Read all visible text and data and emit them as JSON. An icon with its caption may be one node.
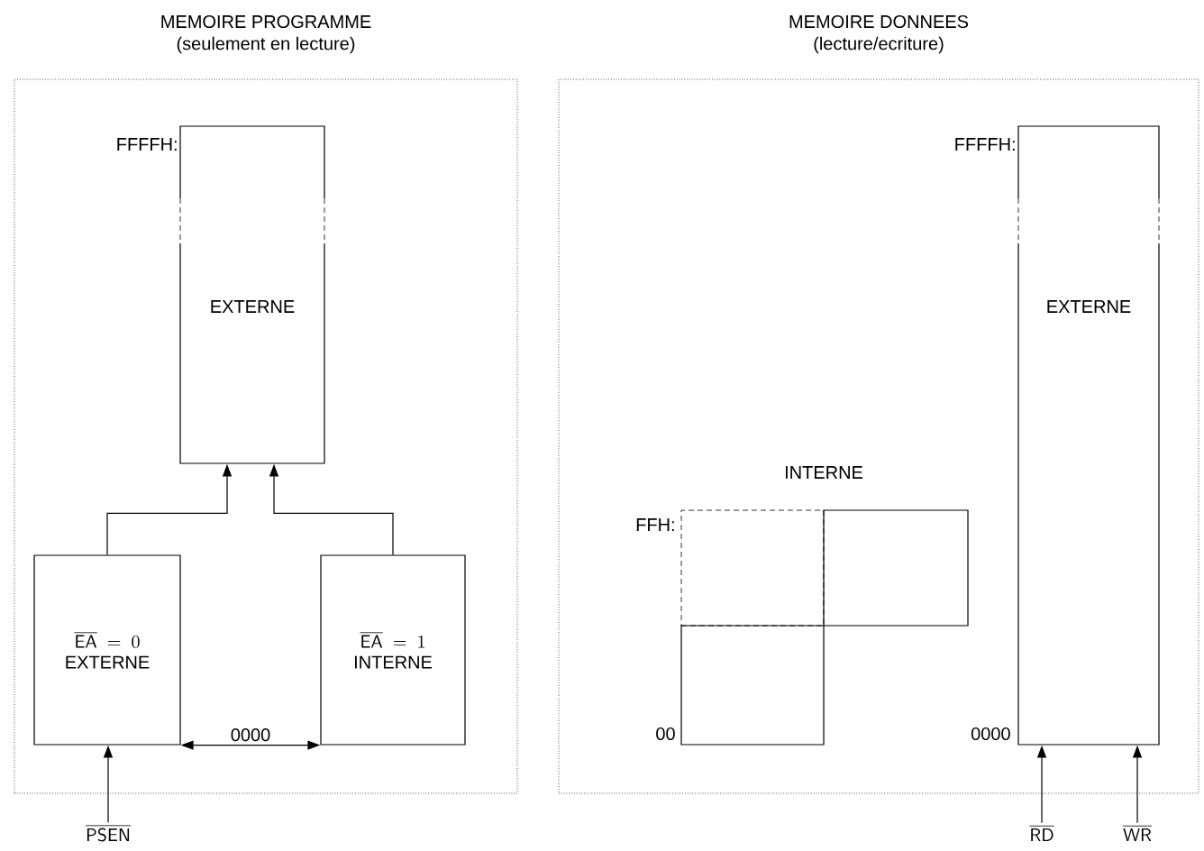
{
  "diagram": {
    "nodes": [
      {
        "text": [
          "MEMOIRE PROGRAMME",
          "(seulement en lecture)"
        ]
      },
      {
        "text": [
          "EXTERNE"
        ],
        "in": 0,
        "beside": [
          "FFFFH:"
        ]
      },
      {
        "text": [
          "\\overline{\\mathsf{EA}}\\ =\\ 0",
          "EXTERNE"
        ],
        "in": 0
      },
      {
        "text": [
          "\\overline{\\mathsf{EA}}\\ =\\ 1",
          "INTERNE"
        ],
        "in": 0
      },
      {
        "text": [
          "\\overline{\\mathsf{PSEN}}"
        ]
      },
      {
        "text": [
          "MEMOIRE DONNEES",
          "(lecture/ecriture)"
        ]
      },
      {
        "text": [],
        "shape": "box",
        "in": 5,
        "beside": [
          "00"
        ]
      },
      {
        "text": [],
        "shape": "box",
        "in": 5
      },
      {
        "text": [],
        "shape": "box",
        "in": 5,
        "beside": [
          "FFH:"
        ]
      },
      {
        "text": [
          "EXTERNE"
        ],
        "in": 5,
        "beside": [
          "FFFFH:",
          "0000"
        ]
      },
      {
        "text": [
          "\\overline{\\mathsf{RD}}"
        ]
      },
      {
        "text": [
          "\\overline{\\mathsf{WR}}"
        ]
      }
    ],
    "edges": [
      {
        "from": 2,
        "to": 1,
        "arrow": "to"
      },
      {
        "from": 3,
        "to": 1,
        "arrow": "to"
      },
      {
        "from": 2,
        "to": 3,
        "arrow": "both",
        "label": "0000"
      },
      {
        "from": 4,
        "to": 2,
        "arrow": "to"
      },
      {
        "from": 10,
        "to": 9,
        "arrow": "to"
      },
      {
        "from": 11,
        "to": 9,
        "arrow": "to"
      }
    ],
    "labels": [
      "INTERNE"
    ]
  }
}
